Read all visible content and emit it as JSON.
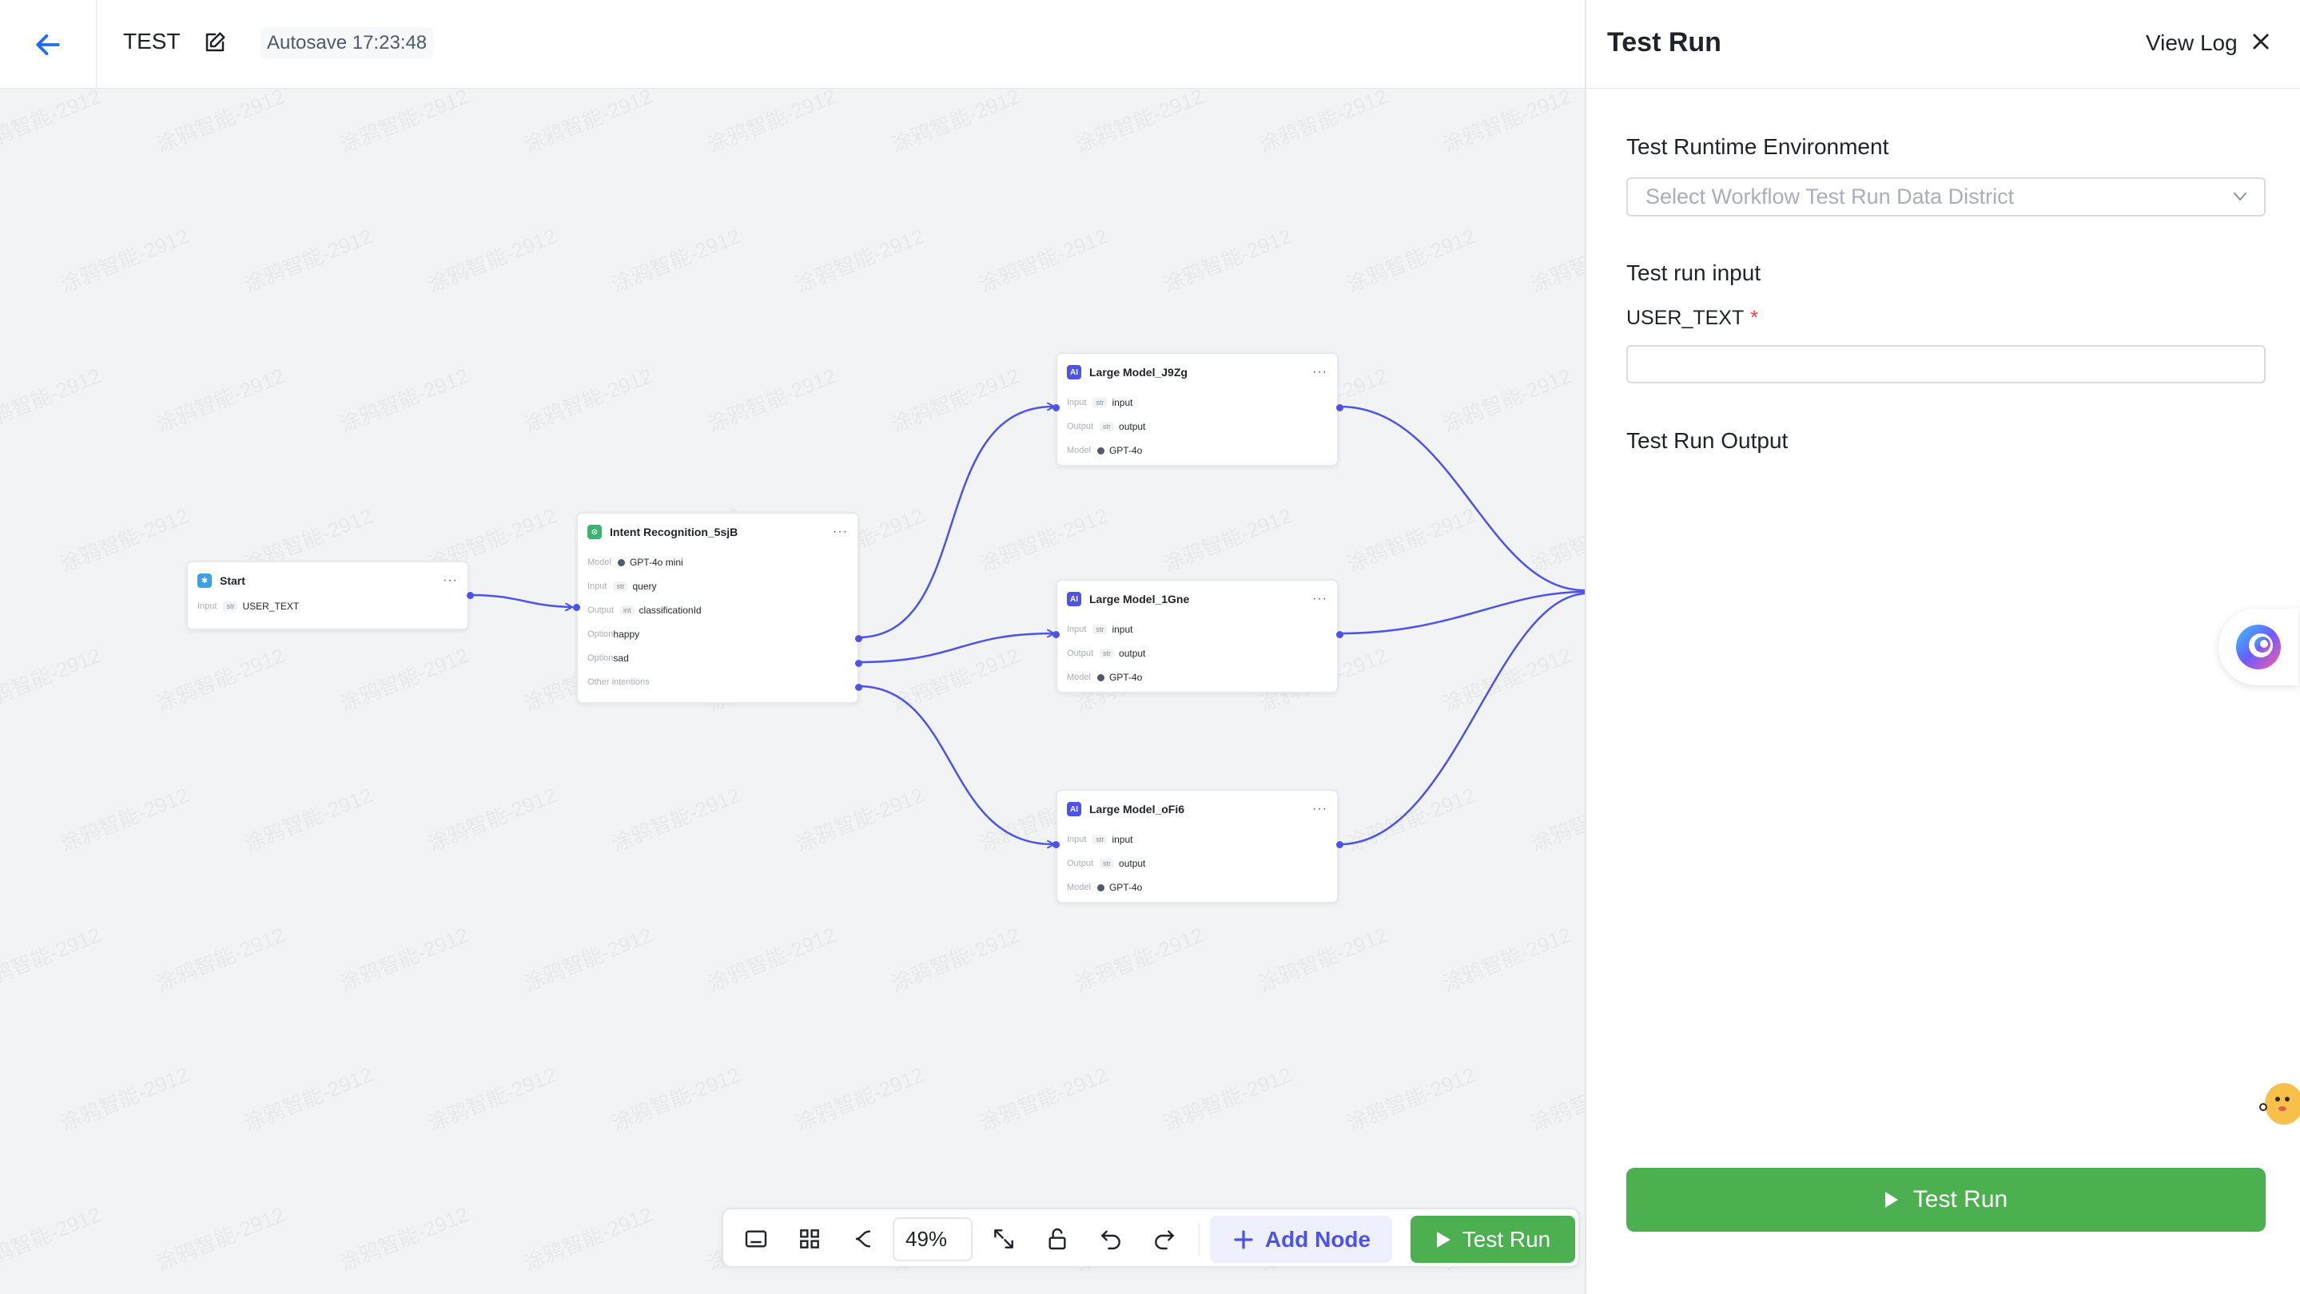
{
  "header": {
    "title": "TEST",
    "autosave": "Autosave 17:23:48"
  },
  "canvas": {
    "watermark_text": "涂鸦智能-2912",
    "nodes": {
      "start": {
        "title": "Start",
        "input_label": "Input",
        "input_tag": "str",
        "input_value": "USER_TEXT"
      },
      "intent": {
        "title": "Intent Recognition_5sjB",
        "model_label": "Model",
        "model_value": "GPT-4o mini",
        "input_label": "Input",
        "input_tag": "str",
        "input_value": "query",
        "output_label": "Output",
        "output_tag": "int",
        "output_value": "classificationId",
        "option1_label": "Option",
        "option1_value": "happy",
        "option2_label": "Option",
        "option2_value": "sad",
        "other_label": "Other intentions"
      },
      "llm1": {
        "title": "Large Model_J9Zg",
        "input_label": "Input",
        "input_tag": "str",
        "input_value": "input",
        "output_label": "Output",
        "output_tag": "str",
        "output_value": "output",
        "model_label": "Model",
        "model_value": "GPT-4o"
      },
      "llm2": {
        "title": "Large Model_1Gne",
        "input_label": "Input",
        "input_tag": "str",
        "input_value": "input",
        "output_label": "Output",
        "output_tag": "str",
        "output_value": "output",
        "model_label": "Model",
        "model_value": "GPT-4o"
      },
      "llm3": {
        "title": "Large Model_oFi6",
        "input_label": "Input",
        "input_tag": "str",
        "input_value": "input",
        "output_label": "Output",
        "output_tag": "str",
        "output_value": "output",
        "model_label": "Model",
        "model_value": "GPT-4o"
      }
    },
    "ai_badge": "AI"
  },
  "toolbar": {
    "zoom": "49%",
    "add_node_label": "Add Node",
    "test_run_label": "Test Run"
  },
  "panel": {
    "title": "Test Run",
    "view_log": "View Log",
    "env_title": "Test Runtime Environment",
    "env_placeholder": "Select Workflow Test Run Data District",
    "input_title": "Test run input",
    "field_label": "USER_TEXT",
    "required_mark": "*",
    "output_title": "Test Run Output",
    "run_button": "Test Run"
  },
  "colors": {
    "accent": "#4d53e8",
    "run_green": "#4caf50",
    "back_blue": "#1f6cf0",
    "required_red": "#f53f3f"
  }
}
